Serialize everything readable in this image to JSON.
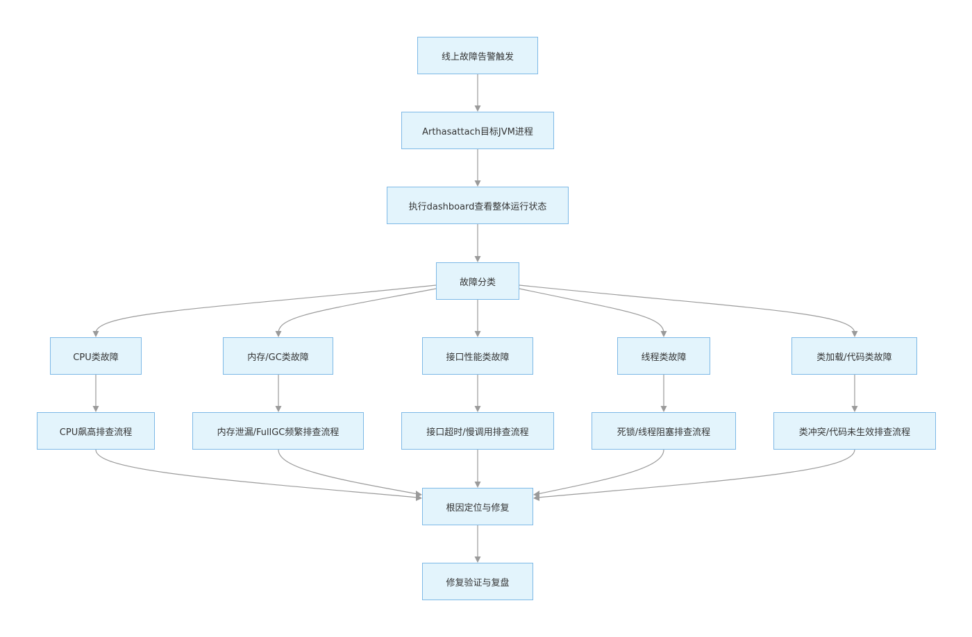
{
  "diagram": {
    "nodes": {
      "alert": "线上故障告警触发",
      "attach": "Arthasattach目标JVM进程",
      "dashboard": "执行dashboard查看整体运行状态",
      "classify": "故障分类",
      "cpu_fault": "CPU类故障",
      "mem_fault": "内存/GC类故障",
      "api_fault": "接口性能类故障",
      "thread_fault": "线程类故障",
      "class_fault": "类加载/代码类故障",
      "cpu_flow": "CPU飙高排查流程",
      "mem_flow": "内存泄漏/FullGC频繁排查流程",
      "api_flow": "接口超时/慢调用排查流程",
      "thread_flow": "死锁/线程阻塞排查流程",
      "class_flow": "类冲突/代码未生效排查流程",
      "root_cause": "根因定位与修复",
      "verify": "修复验证与复盘"
    },
    "edges": [
      [
        "alert",
        "attach"
      ],
      [
        "attach",
        "dashboard"
      ],
      [
        "dashboard",
        "classify"
      ],
      [
        "classify",
        "cpu_fault"
      ],
      [
        "classify",
        "mem_fault"
      ],
      [
        "classify",
        "api_fault"
      ],
      [
        "classify",
        "thread_fault"
      ],
      [
        "classify",
        "class_fault"
      ],
      [
        "cpu_fault",
        "cpu_flow"
      ],
      [
        "mem_fault",
        "mem_flow"
      ],
      [
        "api_fault",
        "api_flow"
      ],
      [
        "thread_fault",
        "thread_flow"
      ],
      [
        "class_fault",
        "class_flow"
      ],
      [
        "cpu_flow",
        "root_cause"
      ],
      [
        "mem_flow",
        "root_cause"
      ],
      [
        "api_flow",
        "root_cause"
      ],
      [
        "thread_flow",
        "root_cause"
      ],
      [
        "class_flow",
        "root_cause"
      ],
      [
        "root_cause",
        "verify"
      ]
    ],
    "colors": {
      "node_fill": "#e3f4fc",
      "node_border": "#7cb8e6",
      "edge": "#9a9a9a",
      "text": "#333333"
    }
  }
}
